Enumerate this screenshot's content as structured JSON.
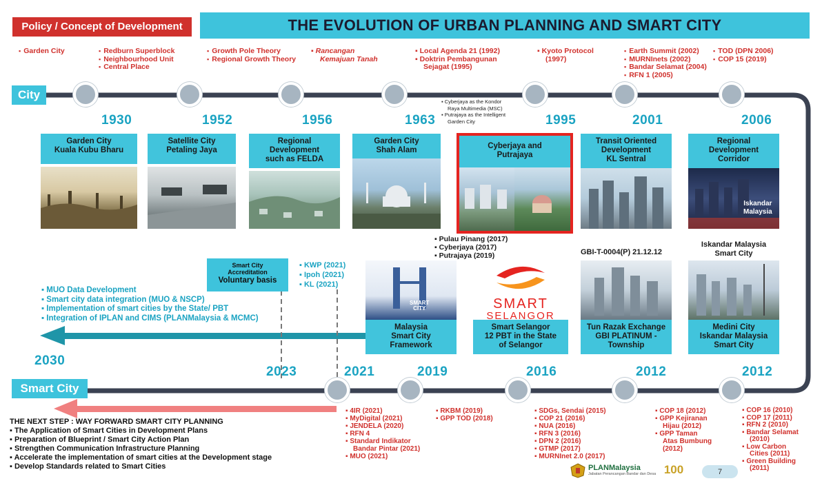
{
  "header": {
    "policy_label": "Policy / Concept of Development",
    "title": "THE EVOLUTION OF URBAN PLANNING AND SMART CITY"
  },
  "policies_top": [
    {
      "items": [
        "Garden City"
      ]
    },
    {
      "items": [
        "Redburn Superblock",
        "Neighbourhood Unit",
        "Central Place"
      ]
    },
    {
      "items": [
        "Growth Pole Theory",
        "Regional Growth Theory"
      ]
    },
    {
      "items": [
        "Rancangan",
        "Kemajuan Tanah"
      ]
    },
    {
      "items": [
        "Local Agenda 21 (1992)",
        "Doktrin Pembangunan",
        "Sejagat (1995)"
      ]
    },
    {
      "items": [
        "Kyoto Protocol",
        "(1997)"
      ]
    },
    {
      "items": [
        "Earth Summit (2002)",
        "MURNInets (2002)",
        "Bandar Selamat (2004)",
        "RFN 1 (2005)"
      ]
    },
    {
      "items": [
        "TOD (DPN 2006)",
        "COP 15 (2019)"
      ]
    }
  ],
  "city_label": "City",
  "smart_city_label": "Smart City",
  "top_timeline": [
    {
      "year": "1930",
      "title": [
        "Garden City",
        "Kuala Kubu Bharu"
      ]
    },
    {
      "year": "1952",
      "title": [
        "Satellite City",
        "Petaling Jaya"
      ]
    },
    {
      "year": "1956",
      "title": [
        "Regional",
        "Development",
        "such as FELDA"
      ]
    },
    {
      "year": "1963",
      "title": [
        "Garden City",
        "Shah Alam"
      ]
    },
    {
      "year": "1995",
      "title": [
        "Cyberjaya and",
        "Putrajaya"
      ]
    },
    {
      "year": "2001",
      "title": [
        "Transit Oriented",
        "Development",
        "KL Sentral"
      ]
    },
    {
      "year": "2006",
      "title": [
        "Regional",
        "Development",
        "Corridor"
      ]
    }
  ],
  "cyberjaya_notes": [
    "Cyberjaya as the Kondor",
    "Raya Multimedia (MSC)",
    "Putrajaya as the Intelligent",
    "Garden City"
  ],
  "iskandar_photo_label": [
    "Iskandar",
    "Malaysia"
  ],
  "smart_selangor_list": [
    "Pulau Pinang (2017)",
    "Cyberjaya (2017)",
    "Putrajaya (2019)"
  ],
  "gbi_label": "GBI-T-0004(P) 21.12.12",
  "iskandar_smart_label": [
    "Iskandar Malaysia",
    "Smart City"
  ],
  "accreditation": [
    "Smart City",
    "Accreditation",
    "Voluntary basis"
  ],
  "accreditation_list": [
    "KWP (2021)",
    "Ipoh (2021)",
    "KL (2021)"
  ],
  "muo_list": [
    "MUO Data Development",
    "Smart city data integration (MUO & NSCP)",
    "Implementation of smart cities by the State/ PBT",
    "Integration of IPLAN and CIMS (PLANMalaysia & MCMC)"
  ],
  "year_2030": "2030",
  "bottom_timeline": [
    {
      "year": "2023"
    },
    {
      "year": "2021"
    },
    {
      "year": "2019",
      "title": [
        "Malaysia",
        "Smart City",
        "Framework"
      ]
    },
    {
      "year": "2016",
      "title": [
        "Smart Selangor",
        "12 PBT in the State",
        "of Selangor"
      ]
    },
    {
      "year": "2012",
      "title": [
        "Tun Razak Exchange",
        "GBI PLATINUM -",
        "Township"
      ]
    },
    {
      "year": "2012",
      "title": [
        "Medini City",
        "Iskandar Malaysia",
        "Smart City"
      ]
    }
  ],
  "smart_logo": [
    "SMART",
    "SELANGOR"
  ],
  "framework_logo": [
    "SMART",
    "CITY"
  ],
  "policies_bottom": [
    {
      "items": [
        "4IR (2021)",
        "MyDigital (2021)",
        "JENDELA (2020)",
        "RFN 4",
        "Standard Indikator",
        "Bandar Pintar (2021)",
        "MUO (2021)"
      ]
    },
    {
      "items": [
        "RKBM (2019)",
        "GPP TOD (2018)"
      ]
    },
    {
      "items": [
        "SDGs, Sendai (2015)",
        "COP 21 (2016)",
        "NUA (2016)",
        "RFN 3 (2016)",
        "DPN 2 (2016)",
        "GTMP (2017)",
        "MURNInet 2.0 (2017)"
      ]
    },
    {
      "items": [
        "COP 18 (2012)",
        "GPP Kejiranan",
        "Hijau (2012)",
        "GPP Taman",
        "Atas Bumbung",
        "(2012)"
      ]
    },
    {
      "items": [
        "COP 16 (2010)",
        "COP 17 (2011)",
        "RFN 2 (2010)",
        "Bandar Selamat",
        "(2010)",
        "Low Carbon",
        "Cities (2011)",
        "Green Building",
        "(2011)"
      ]
    }
  ],
  "next_step": {
    "heading": "THE NEXT STEP : WAY FORWARD SMART CITY PLANNING",
    "items": [
      "The Application of Smart Cities in Development Plans",
      "Preparation of Blueprint / Smart City Action Plan",
      "Strengthen Communication Infrastructure Planning",
      "Accelerate the implementation of smart cities at the Development stage",
      "Develop Standards related to Smart Cities"
    ]
  },
  "footer": {
    "logo_name": "PLANMalaysia",
    "logo_sub": "Jabatan Perancangan Bandar dan Desa",
    "centenary": "100",
    "page_number": "7"
  },
  "colors": {
    "policy_red": "#d0312d",
    "title_cyan": "#3ec3dc",
    "track": "#3b4252",
    "teal_arrow": "#1f95a8",
    "pink_arrow": "#f08080",
    "highlight": "#e52420"
  }
}
